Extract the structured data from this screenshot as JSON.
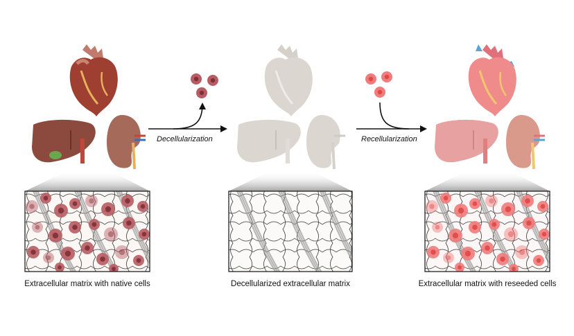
{
  "panels": [
    {
      "state": "native",
      "caption": "Extracellular matrix with native cells"
    },
    {
      "state": "decellularized",
      "caption": "Decellularized extracellular matrix"
    },
    {
      "state": "reseeded",
      "caption": "Extracellular matrix with reseeded cells"
    }
  ],
  "steps": [
    {
      "label": "Decellularization"
    },
    {
      "label": "Recellularization"
    }
  ],
  "colors": {
    "native_heart": "#9e3f32",
    "native_liver": "#8c4a3e",
    "native_kidney": "#a66a5a",
    "native_cell": "#b85c63",
    "ghost_organ": "#d6d0ca",
    "reseeded_heart": "#f08b8b",
    "reseeded_liver": "#e8a1a1",
    "reseeded_kidney": "#d99a8b",
    "reseeded_cell": "#f07b7b",
    "vein_blue": "#5aa5d6",
    "fiber": "#333333",
    "arrow": "#111111"
  },
  "icons": [
    "heart-icon",
    "liver-icon",
    "kidney-icon",
    "cell-icon",
    "arrow-icon"
  ]
}
